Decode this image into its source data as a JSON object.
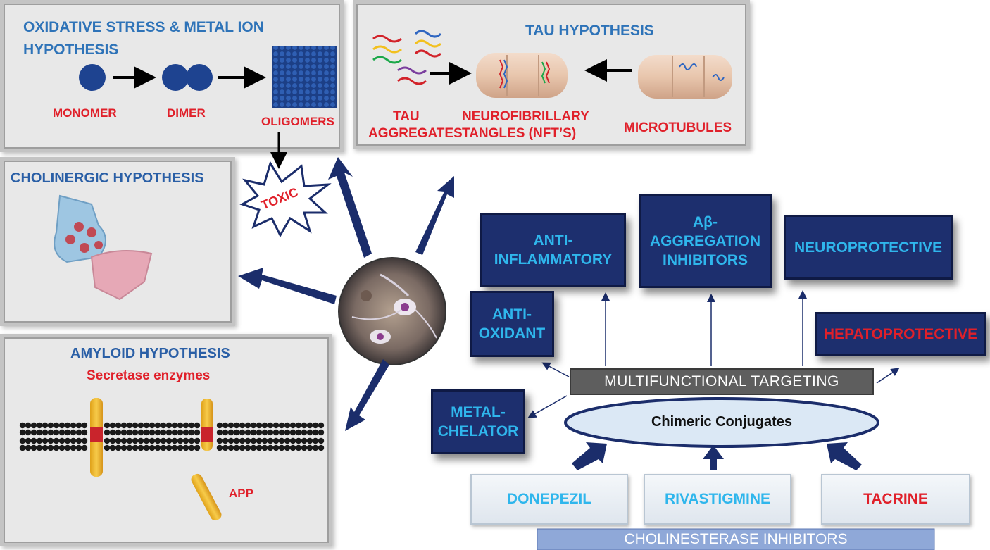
{
  "oxidative": {
    "title_line1": "OXIDATIVE STRESS & METAL ION",
    "title_line2": "HYPOTHESIS",
    "monomer": "MONOMER",
    "dimer": "DIMER",
    "oligomers": "OLIGOMERS"
  },
  "tau": {
    "title": "TAU HYPOTHESIS",
    "aggregates_line1": "TAU",
    "aggregates_line2": "AGGREGATES",
    "nft_line1": "NEUROFIBRILLARY",
    "nft_line2": "TANGLES (NFT’S)",
    "microtubules": "MICROTUBULES"
  },
  "toxic": "TOXIC",
  "cholinergic": {
    "title": "CHOLINERGIC HYPOTHESIS"
  },
  "amyloid": {
    "title": "AMYLOID HYPOTHESIS",
    "subtitle": "Secretase enzymes",
    "app": "APP"
  },
  "targets": {
    "anti_inflammatory": "ANTI-\nINFLAMMATORY",
    "abeta": "Aβ-\nAGGREGATION\nINHIBITORS",
    "neuroprotective": "NEUROPROTECTIVE",
    "antioxidant": "ANTI-\nOXIDANT",
    "hepatoprotective": "HEPATOPROTECTIVE",
    "metal_chelator": "METAL-\nCHELATOR"
  },
  "multifunctional": "MULTIFUNCTIONAL TARGETING",
  "chimeric": "Chimeric Conjugates",
  "drugs": {
    "donepezil": "DONEPEZIL",
    "rivastigmine": "RIVASTIGMINE",
    "tacrine": "TACRINE"
  },
  "cholinesterase": "CHOLINESTERASE INHIBITORS",
  "colors": {
    "title_blue": "#2e73b8",
    "label_red": "#e0202a",
    "navy_box": "#1d2f6e",
    "cyan_text": "#2fb6ec",
    "arrow_navy": "#1b2d6b"
  }
}
